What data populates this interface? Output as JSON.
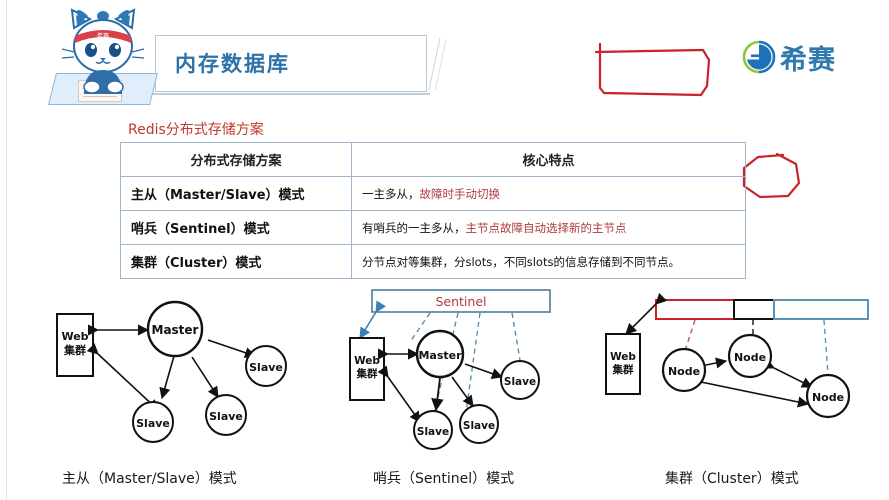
{
  "header": {
    "title": "内存数据库",
    "brand_text": "希赛",
    "mascot_band_text": "希赛",
    "title_color": "#2e72a8",
    "brand_color": "#2f79ad"
  },
  "section": {
    "title": "Redis分布式存储方案",
    "title_color": "#c0392b"
  },
  "table": {
    "headers": [
      "分布式存储方案",
      "核心特点"
    ],
    "rows": [
      {
        "scheme": "主从（Master/Slave）模式",
        "feature_plain": "一主多从，",
        "feature_highlight": "故障时手动切换",
        "feature_tail": ""
      },
      {
        "scheme": "哨兵（Sentinel）模式",
        "feature_plain": "有哨兵的一主多从，",
        "feature_highlight": "主节点故障自动选择新的主节点",
        "feature_tail": ""
      },
      {
        "scheme": "集群（Cluster）模式",
        "feature_plain": "分节点对等集群，分slots，不同slots的信息存储到不同节点。",
        "feature_highlight": "",
        "feature_tail": ""
      }
    ],
    "highlight_color": "#b03a3a",
    "border_color": "#9fb6cc"
  },
  "diagrams": [
    {
      "id": "master-slave",
      "caption": "主从（Master/Slave）模式",
      "web_label_line1": "Web",
      "web_label_line2": "集群",
      "nodes": [
        {
          "label": "Master",
          "role": "master"
        },
        {
          "label": "Slave",
          "role": "slave"
        },
        {
          "label": "Slave",
          "role": "slave"
        },
        {
          "label": "Slave",
          "role": "slave"
        }
      ]
    },
    {
      "id": "sentinel",
      "caption": "哨兵（Sentinel）模式",
      "sentinel_label": "Sentinel",
      "sentinel_label_color": "#b03a3a",
      "sentinel_box_border": "#4a7c9b",
      "web_label_line1": "Web",
      "web_label_line2": "集群",
      "nodes": [
        {
          "label": "Master",
          "role": "master"
        },
        {
          "label": "Slave",
          "role": "slave"
        },
        {
          "label": "Slave",
          "role": "slave"
        },
        {
          "label": "Slave",
          "role": "slave"
        }
      ]
    },
    {
      "id": "cluster",
      "caption": "集群（Cluster）模式",
      "web_label_line1": "Web",
      "web_label_line2": "集群",
      "slot_segments": [
        {
          "color": "#cc2027"
        },
        {
          "color": "#111111"
        },
        {
          "color": "#5b93b8"
        }
      ],
      "nodes": [
        {
          "label": "Node",
          "role": "node"
        },
        {
          "label": "Node",
          "role": "node"
        },
        {
          "label": "Node",
          "role": "node"
        }
      ]
    }
  ],
  "annotations": [
    {
      "type": "red-rectangle",
      "color": "#cc2229"
    },
    {
      "type": "red-ellipse",
      "color": "#cc2229"
    }
  ]
}
